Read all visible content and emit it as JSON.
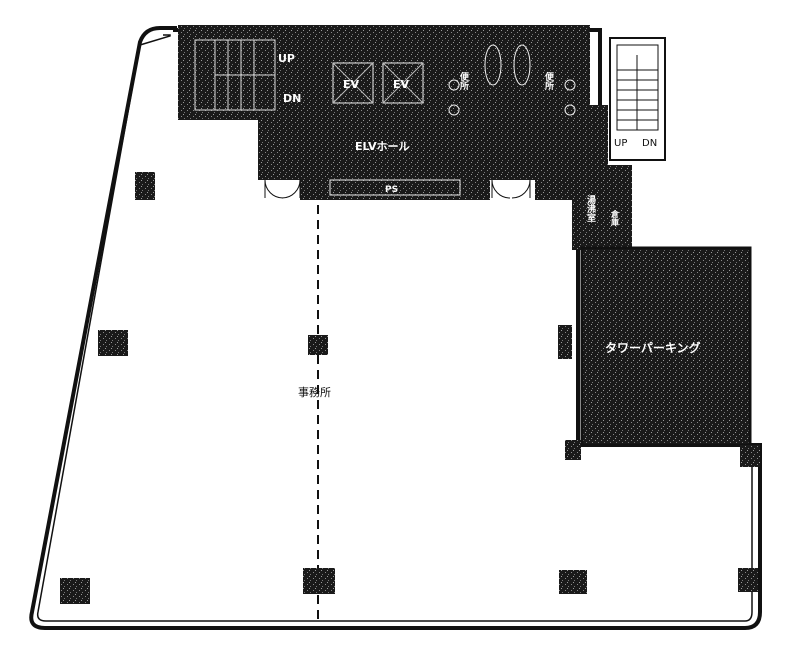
{
  "labels": {
    "stair_up": "UP",
    "stair_dn": "DN",
    "ev1": "EV",
    "ev2": "EV",
    "elv_hall": "ELVホール",
    "ps": "PS",
    "wc_men": "便所",
    "wc_women": "便所",
    "ext_stair_up": "UP",
    "ext_stair_dn": "DN",
    "kitchenette": "湯沸室",
    "storage": "倉庫",
    "tower_parking": "タワーパーキング",
    "office": "事務所"
  }
}
